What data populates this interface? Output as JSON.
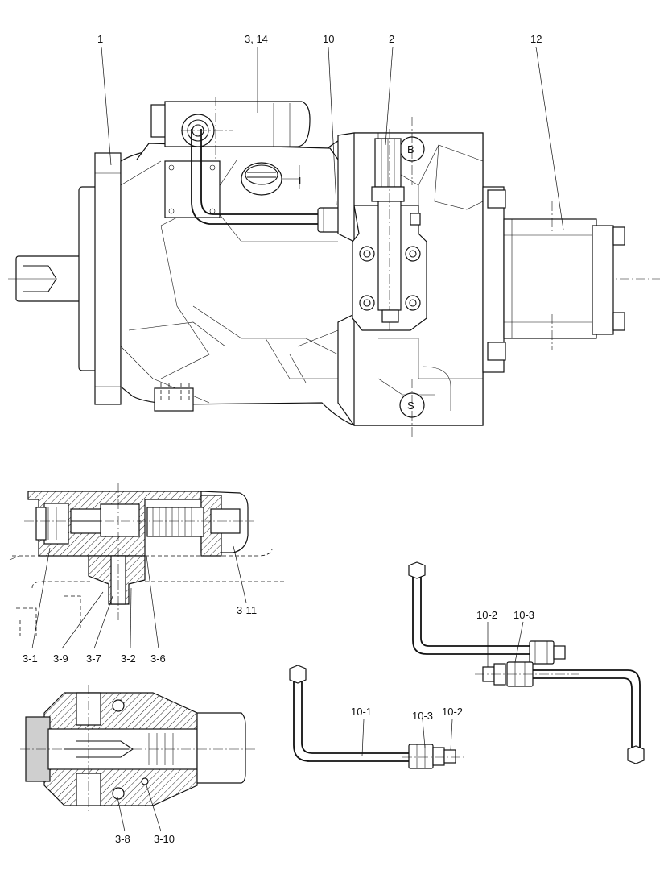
{
  "labels": {
    "part_1": "1",
    "part_3_14": "3, 14",
    "part_10": "10",
    "part_2": "2",
    "part_12": "12",
    "port_b": "B",
    "port_l": "L",
    "port_s": "S",
    "part_3_11": "3-11",
    "part_3_1": "3-1",
    "part_3_9": "3-9",
    "part_3_7": "3-7",
    "part_3_2": "3-2",
    "part_3_6": "3-6",
    "part_3_8": "3-8",
    "part_3_10": "3-10",
    "part_10_2_upper": "10-2",
    "part_10_3_upper": "10-3",
    "part_10_1": "10-1",
    "part_10_3_lower": "10-3",
    "part_10_2_lower": "10-2"
  }
}
